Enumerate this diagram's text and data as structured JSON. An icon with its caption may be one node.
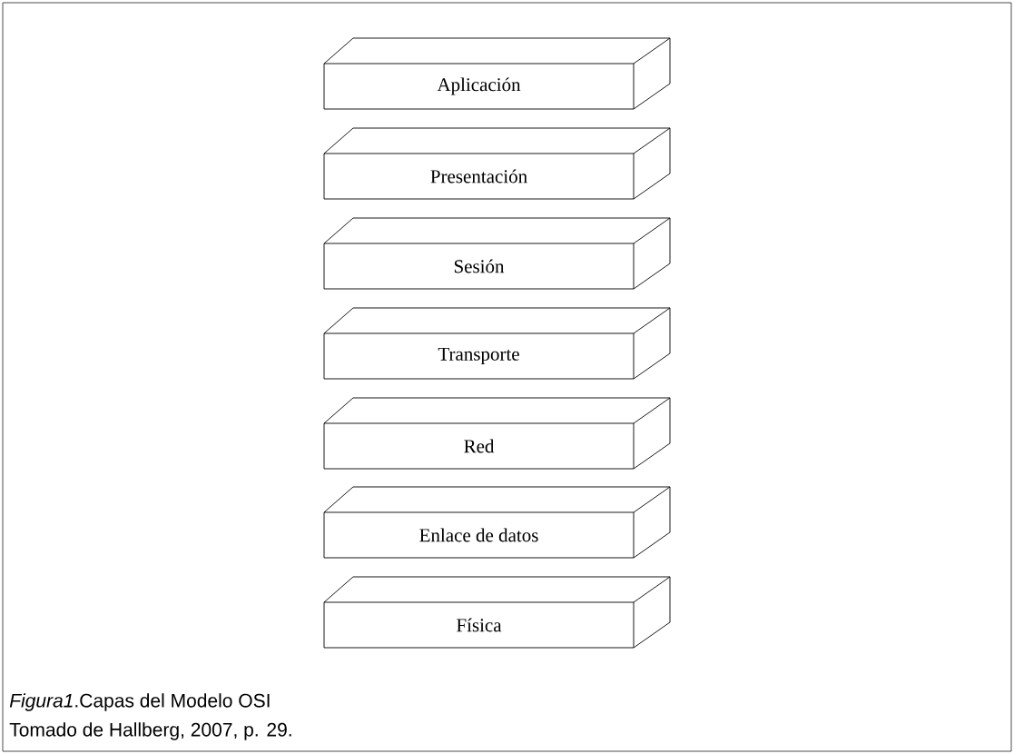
{
  "diagram": {
    "caption": "*Figura1*.Capas del Modelo OSI",
    "nodes": [
      {
        "text": [
          "Aplicación"
        ]
      },
      {
        "text": [
          "Presentación"
        ]
      },
      {
        "text": [
          "Sesión"
        ]
      },
      {
        "text": [
          "Transporte"
        ]
      },
      {
        "text": [
          "Red"
        ]
      },
      {
        "text": [
          "Enlace de datos"
        ]
      },
      {
        "text": [
          "Física"
        ]
      }
    ],
    "labels": [
      "Tomado de Hallberg, 2007, p. 29."
    ]
  }
}
